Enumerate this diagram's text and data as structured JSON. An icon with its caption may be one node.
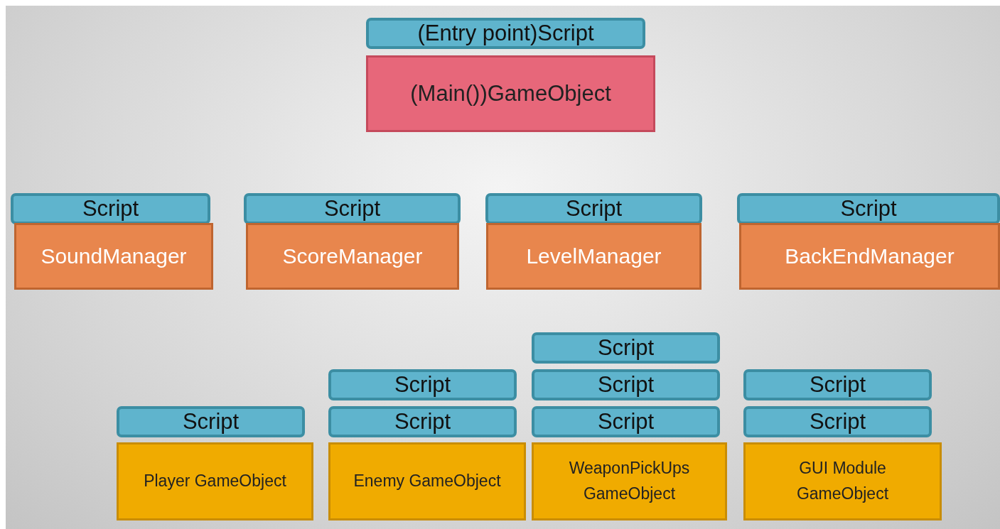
{
  "diagram": {
    "nodes": [
      {
        "text": [
          "(Entry point)Script"
        ]
      },
      {
        "text": [
          "(Main())GameObject"
        ]
      },
      {
        "text": [
          "Script"
        ]
      },
      {
        "text": [
          "Script"
        ]
      },
      {
        "text": [
          "Script"
        ]
      },
      {
        "text": [
          "Script"
        ]
      },
      {
        "text": [
          "SoundManager"
        ]
      },
      {
        "text": [
          "ScoreManager"
        ]
      },
      {
        "text": [
          "LevelManager"
        ]
      },
      {
        "text": [
          "BackEndManager"
        ]
      },
      {
        "text": [
          "Script"
        ]
      },
      {
        "text": [
          "Script"
        ]
      },
      {
        "text": [
          "Script"
        ]
      },
      {
        "text": [
          "Script"
        ]
      },
      {
        "text": [
          "Script"
        ]
      },
      {
        "text": [
          "Script"
        ]
      },
      {
        "text": [
          "Script"
        ]
      },
      {
        "text": [
          "Script"
        ]
      },
      {
        "text": [
          "Player GameObject"
        ]
      },
      {
        "text": [
          "Enemy GameObject"
        ]
      },
      {
        "text": [
          "WeaponPickUps GameObject"
        ]
      },
      {
        "text": [
          "GUI Module GameObject"
        ]
      }
    ]
  }
}
